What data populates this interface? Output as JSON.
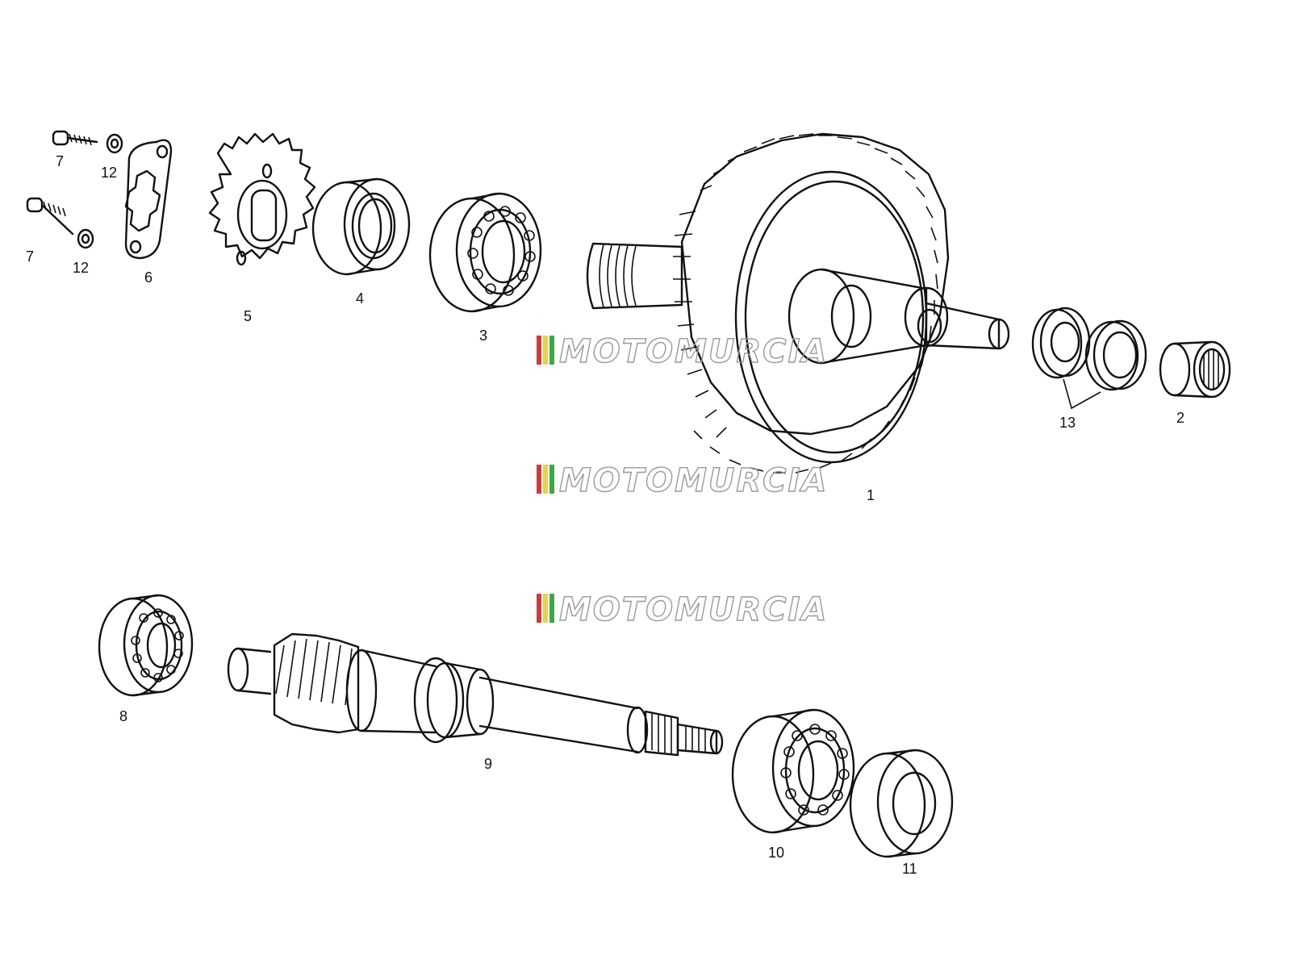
{
  "diagram": {
    "callouts": {
      "p1": "1",
      "p2": "2",
      "p3": "3",
      "p4": "4",
      "p5": "5",
      "p6": "6",
      "p7a": "7",
      "p7b": "7",
      "p8": "8",
      "p9": "9",
      "p10": "10",
      "p11": "11",
      "p12a": "12",
      "p12b": "12",
      "p13": "13"
    },
    "watermark": {
      "text": "MOTOMURCIA",
      "stripe_colors": [
        "#d23a3a",
        "#e8d24a",
        "#3aa84a"
      ]
    }
  }
}
